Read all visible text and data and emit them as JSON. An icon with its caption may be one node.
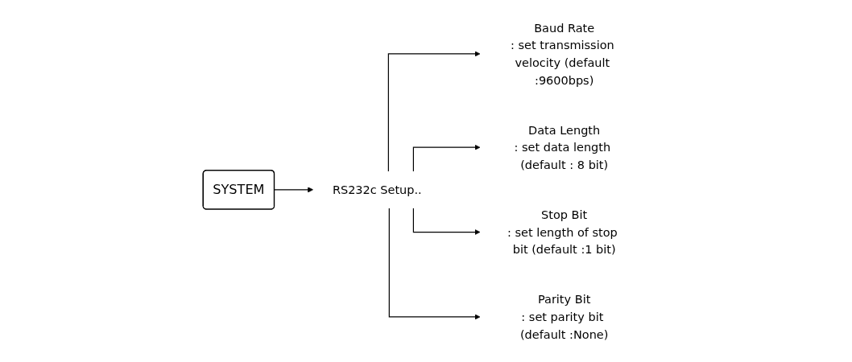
{
  "diagram": {
    "nodes": [
      {
        "text": [
          "SYSTEM"
        ]
      },
      {
        "text": [
          "RS232c Setup.."
        ]
      },
      {
        "text": [
          "Baud Rate",
          ": set transmission velocity (default :9600bps)"
        ]
      },
      {
        "text": [
          "Data Length",
          ": set data length (default : 8 bit)"
        ]
      },
      {
        "text": [
          "Stop Bit",
          ": set length of stop bit (default :1 bit)"
        ]
      },
      {
        "text": [
          "Parity Bit",
          ": set parity bit (default :None)"
        ]
      }
    ],
    "edges": [
      {
        "from": 0,
        "to": 1,
        "arrow": "to"
      },
      {
        "from": 1,
        "to": 2,
        "arrow": "to"
      },
      {
        "from": 1,
        "to": 3,
        "arrow": "to"
      },
      {
        "from": 1,
        "to": 4,
        "arrow": "to"
      },
      {
        "from": 1,
        "to": 5,
        "arrow": "to"
      }
    ]
  }
}
